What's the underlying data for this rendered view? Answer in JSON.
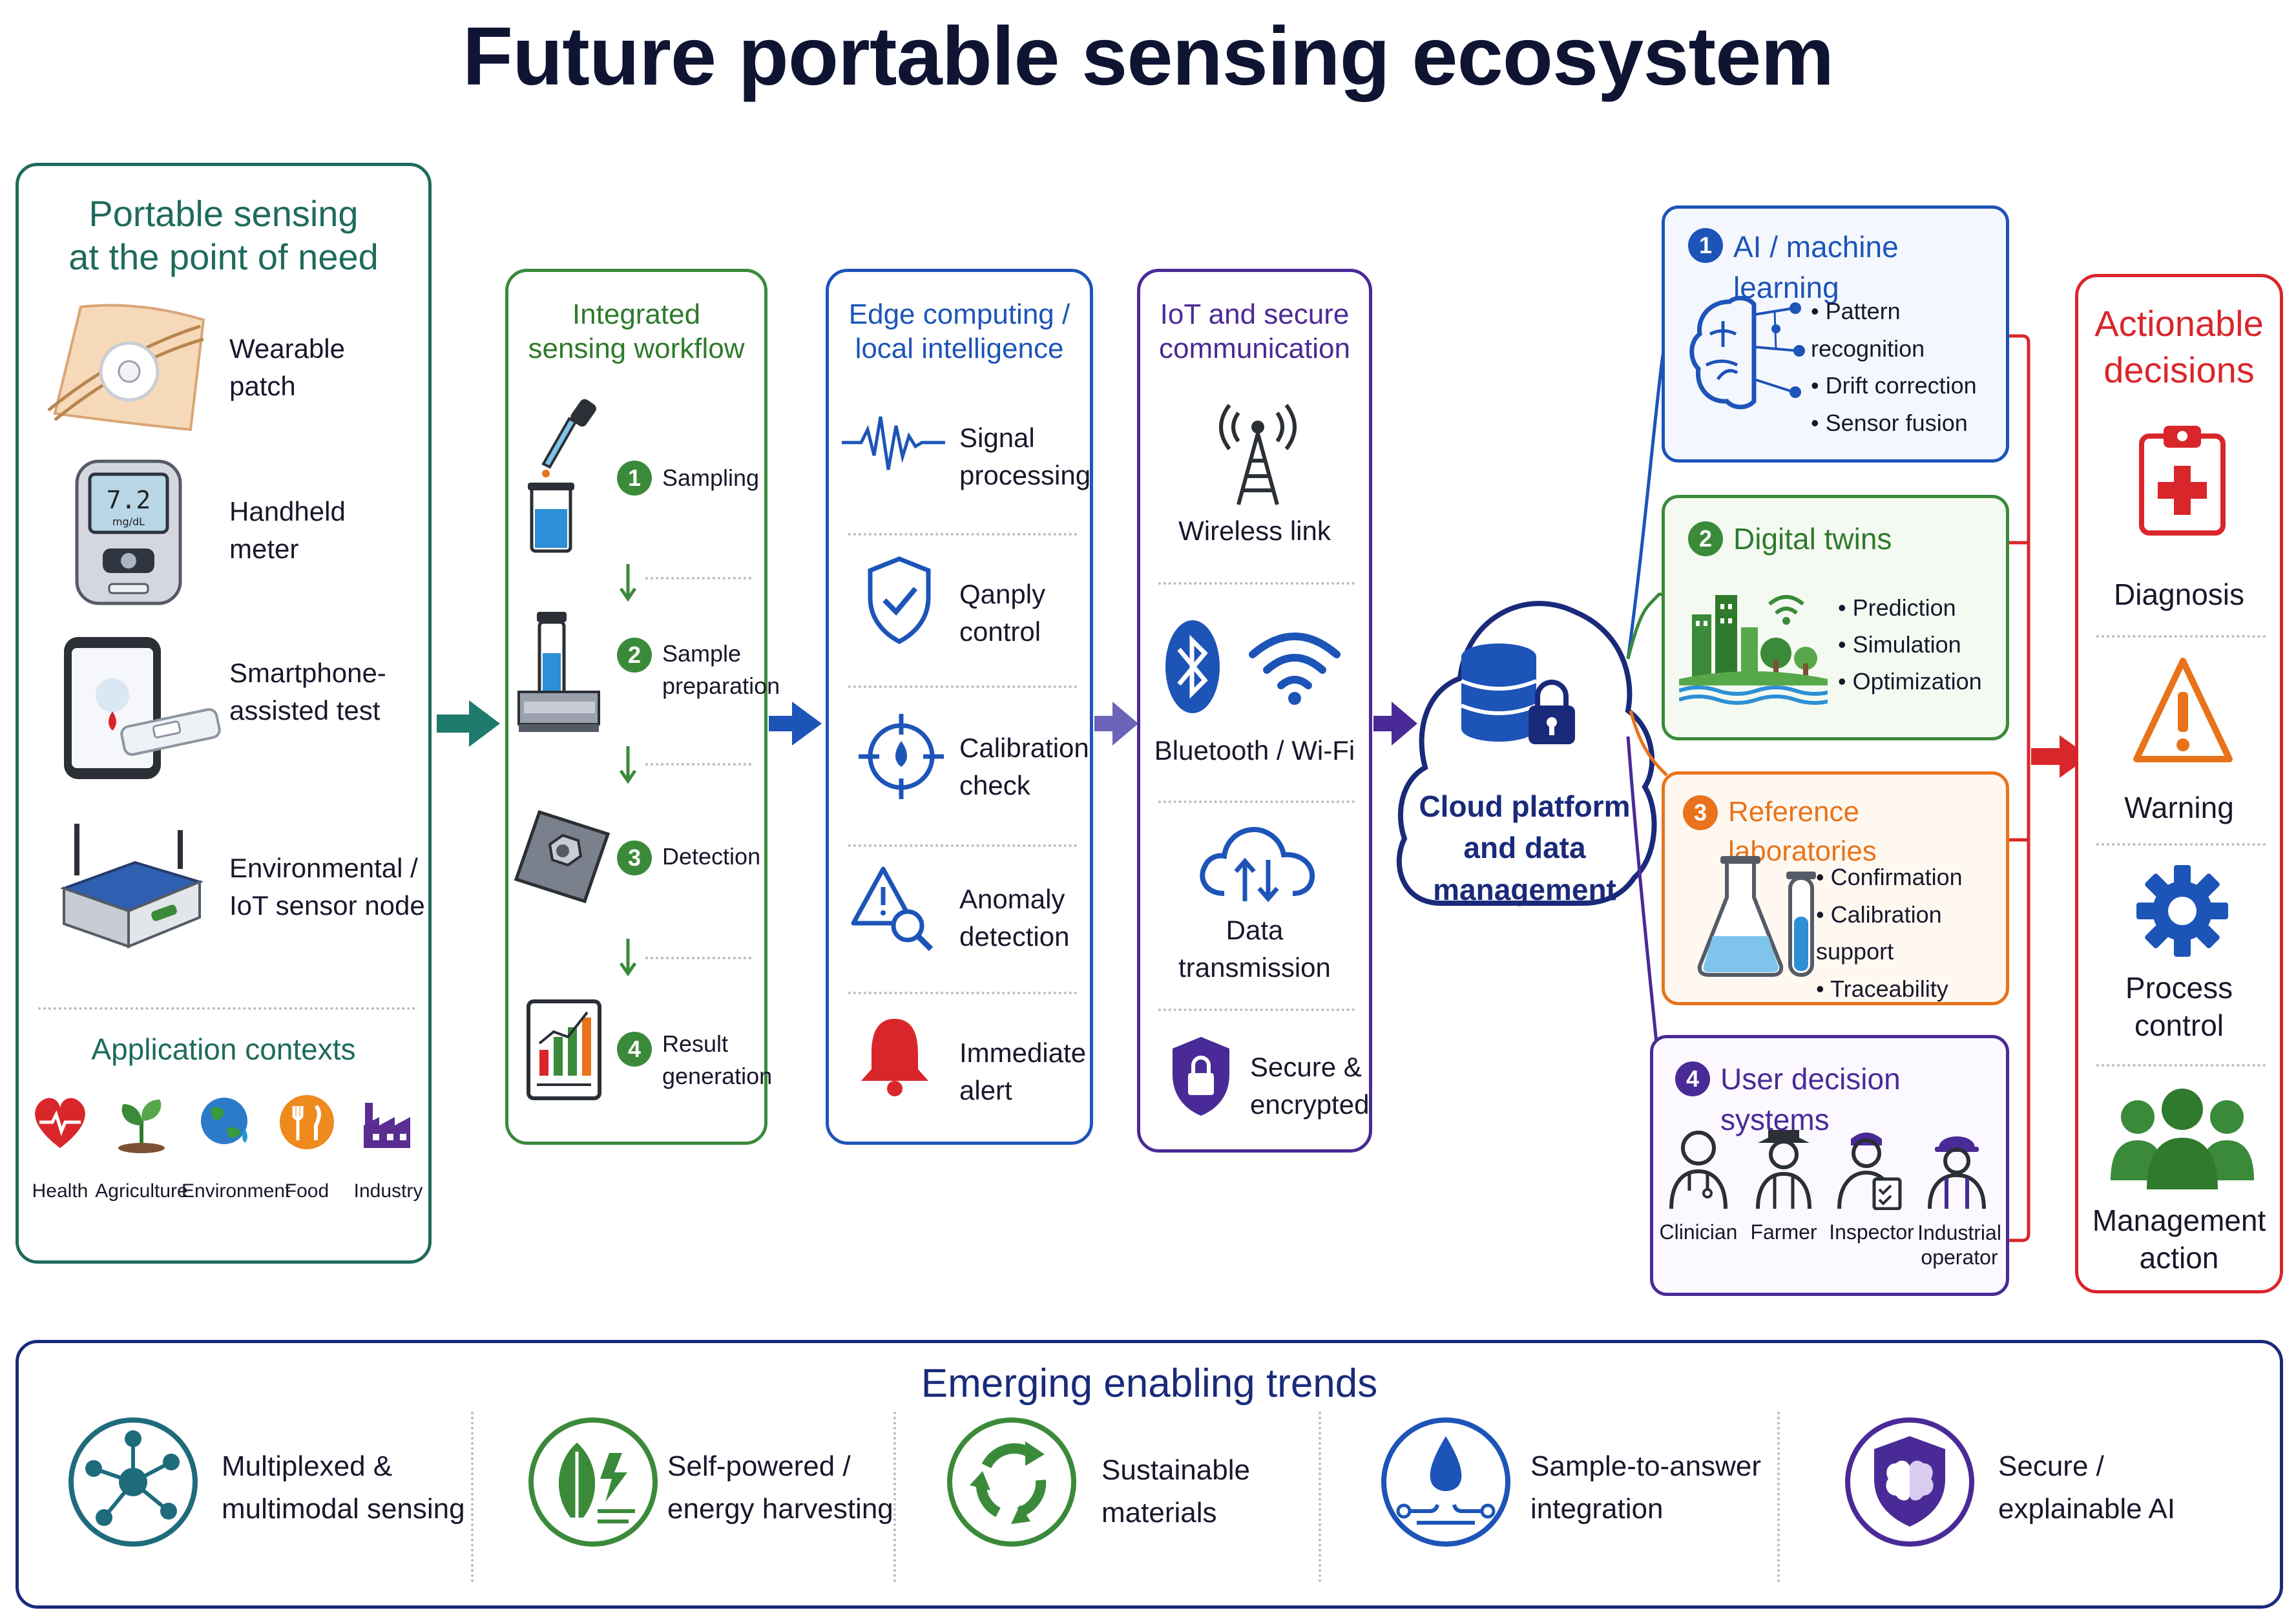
{
  "title": "Future portable sensing ecosystem",
  "portable": {
    "title_l1": "Portable sensing",
    "title_l2": "at the point of need",
    "devices": [
      {
        "l1": "Wearable",
        "l2": "patch"
      },
      {
        "l1": "Handheld",
        "l2": "meter",
        "screen_value": "7.2",
        "screen_unit": "mg/dL"
      },
      {
        "l1": "Smartphone-",
        "l2": "assisted test"
      },
      {
        "l1": "Environmental /",
        "l2": "IoT sensor node"
      }
    ],
    "contexts_title": "Application contexts",
    "contexts": [
      "Health",
      "Agriculture",
      "Environment",
      "Food",
      "Industry"
    ]
  },
  "workflow": {
    "title_l1": "Integrated",
    "title_l2": "sensing workflow",
    "steps": [
      {
        "num": "1",
        "l1": "Sampling",
        "l2": ""
      },
      {
        "num": "2",
        "l1": "Sample",
        "l2": "preparation"
      },
      {
        "num": "3",
        "l1": "Detection",
        "l2": ""
      },
      {
        "num": "4",
        "l1": "Result",
        "l2": "generation"
      }
    ]
  },
  "edge": {
    "title_l1": "Edge computing /",
    "title_l2": "local intelligence",
    "items": [
      {
        "l1": "Signal",
        "l2": "processing"
      },
      {
        "l1": "Qanply",
        "l2": "control"
      },
      {
        "l1": "Calibration",
        "l2": "check"
      },
      {
        "l1": "Anomaly",
        "l2": "detection"
      },
      {
        "l1": "Immediate",
        "l2": "alert"
      }
    ]
  },
  "iot": {
    "title_l1": "IoT and secure",
    "title_l2": "communication",
    "items": [
      {
        "l1": "Wireless link",
        "l2": ""
      },
      {
        "l1": "Bluetooth / Wi-Fi",
        "l2": ""
      },
      {
        "l1": "Data",
        "l2": "transmission"
      },
      {
        "l1": "Secure &",
        "l2": "encrypted"
      }
    ]
  },
  "cloud": {
    "l1": "Cloud platform",
    "l2": "and data",
    "l3": "management"
  },
  "branches": [
    {
      "num": "1",
      "title": "AI / machine learning",
      "bullets": [
        "Pattern recognition",
        "Drift correction",
        "Sensor fusion"
      ],
      "color": "#1d54b8"
    },
    {
      "num": "2",
      "title": "Digital twins",
      "bullets": [
        "Prediction",
        "Simulation",
        "Optimization"
      ],
      "color": "#3b8a3a"
    },
    {
      "num": "3",
      "title": "Reference laboratories",
      "bullets": [
        "Confirmation",
        "Calibration support",
        "Traceability"
      ],
      "color": "#e8731a"
    },
    {
      "num": "4",
      "title": "User decision systems",
      "users": [
        {
          "l1": "Clinician",
          "l2": ""
        },
        {
          "l1": "Farmer",
          "l2": ""
        },
        {
          "l1": "Inspector",
          "l2": ""
        },
        {
          "l1": "Industrial",
          "l2": "operator"
        }
      ],
      "color": "#4a2a96"
    }
  ],
  "decisions": {
    "title_l1": "Actionable",
    "title_l2": "decisions",
    "items": [
      {
        "l1": "Diagnosis",
        "l2": ""
      },
      {
        "l1": "Warning",
        "l2": ""
      },
      {
        "l1": "Process",
        "l2": "control"
      },
      {
        "l1": "Management",
        "l2": "action"
      }
    ]
  },
  "trends": {
    "title": "Emerging enabling trends",
    "items": [
      {
        "l1": "Multiplexed &",
        "l2": "multimodal sensing"
      },
      {
        "l1": "Self-powered /",
        "l2": "energy harvesting"
      },
      {
        "l1": "Sustainable",
        "l2": "materials"
      },
      {
        "l1": "Sample-to-answer",
        "l2": "integration"
      },
      {
        "l1": "Secure /",
        "l2": "explainable AI"
      }
    ]
  },
  "colors": {
    "teal": "#1e6b5c",
    "green": "#3b8a3a",
    "blue": "#1d54b8",
    "purple": "#4a2a96",
    "orange": "#e8731a",
    "red": "#d9262b",
    "navy": "#1a2a7a"
  }
}
